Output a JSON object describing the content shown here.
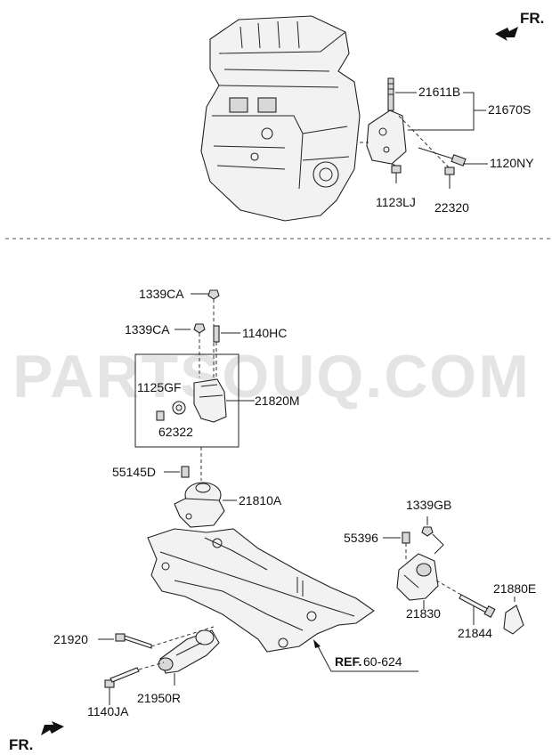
{
  "watermark": "PARTSOUQ.COM",
  "direction_top": "FR.",
  "direction_bottom": "FR.",
  "reference": {
    "prefix": "REF.",
    "value": "60-624"
  },
  "parts": {
    "p21611B": "21611B",
    "p21670S": "21670S",
    "p1120NY": "1120NY",
    "p1123LJ": "1123LJ",
    "p22320": "22320",
    "p1339CA_a": "1339CA",
    "p1339CA_b": "1339CA",
    "p1140HC": "1140HC",
    "p1125GF": "1125GF",
    "p21820M": "21820M",
    "p62322": "62322",
    "p55145D": "55145D",
    "p21810A": "21810A",
    "p1339GB": "1339GB",
    "p55396": "55396",
    "p21880E": "21880E",
    "p21830": "21830",
    "p21844": "21844",
    "p21920": "21920",
    "p21950R": "21950R",
    "p1140JA": "1140JA"
  },
  "colors": {
    "line": "#222222",
    "watermark": "#cfcfcf",
    "background": "#ffffff"
  }
}
